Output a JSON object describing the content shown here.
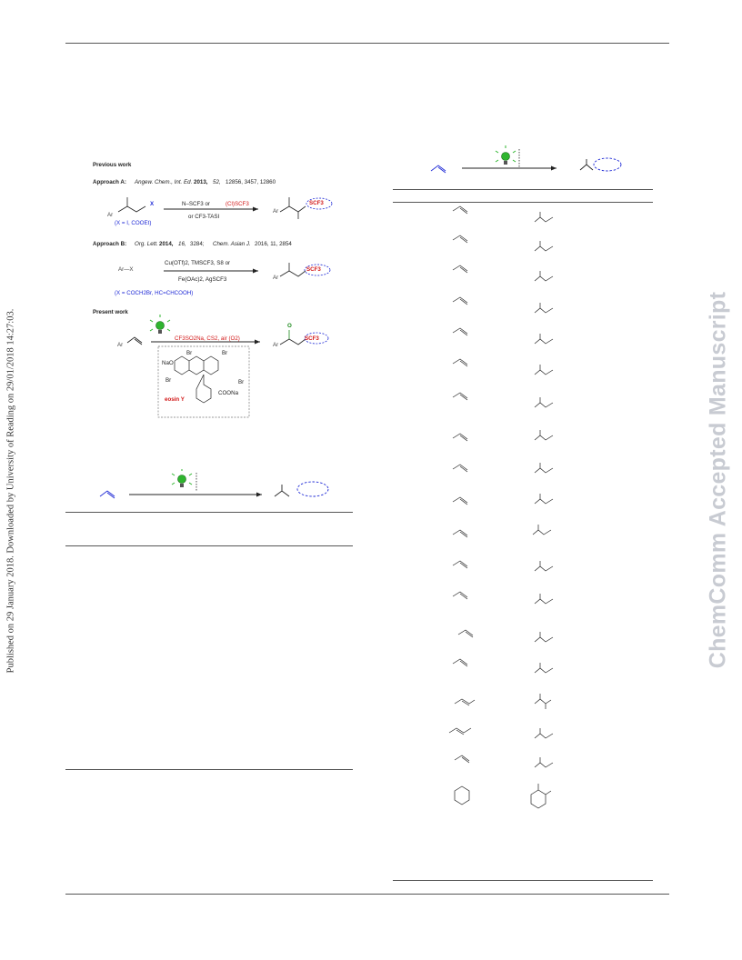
{
  "watermark": "ChemComm Accepted Manuscript",
  "side_note": "Published on 29 January 2018. Downloaded by University of Reading on 29/01/2018 14:27:03.",
  "scheme": {
    "previous_work": "Previous work",
    "approach_a": {
      "label": "Approach A:",
      "ref_journal": "Angew. Chem., Int. Ed.",
      "ref_year": "2013,",
      "ref_volume": "52,",
      "ref_pages": "12856, 3457, 12860",
      "ar": "Ar",
      "x": "X",
      "x_def": "(X = I, COOEt)",
      "reagent_a": "N–SCF3 or",
      "reagent_b": "(Cl)SCF3",
      "reagent_c": "or CF3-TASI",
      "product_tag": "SCF3"
    },
    "approach_b": {
      "label": "Approach B:",
      "ref_journal": "Org. Lett.",
      "ref_year": "2014,",
      "ref_volume": "16,",
      "ref_pages": "3284;",
      "ref2_journal": "Chem. Asian J.",
      "ref2": "2016, 11, 2854",
      "substrate": "Ar—X",
      "reagent_a": "Cu(OTf)2, TMSCF3, S8 or",
      "reagent_b": "Fe(OAc)2, AgSCF3",
      "x_def": "(X = COCH2Br, HC=CHCOOH)",
      "product_tag": "SCF3"
    },
    "present_work": "Present work",
    "present": {
      "ar": "Ar",
      "reagents": "CF3SO2Na, CS2, air (O2)",
      "catalyst_name": "eosin Y",
      "group_nao": "NaO",
      "group_br1": "Br",
      "group_br2": "Br",
      "group_br3": "Br",
      "group_br4": "Br",
      "group_coona": "COONa",
      "ketone_o": "O",
      "product_tag": "SCF3"
    }
  },
  "colors": {
    "red": "#d21818",
    "blue": "#1f2ad6",
    "green": "#1d8a1d",
    "watermark": "#c8cbd2"
  },
  "icons": {
    "light": "green-led-light-icon",
    "product_ring": "dashed-ellipse-scf3-icon"
  }
}
